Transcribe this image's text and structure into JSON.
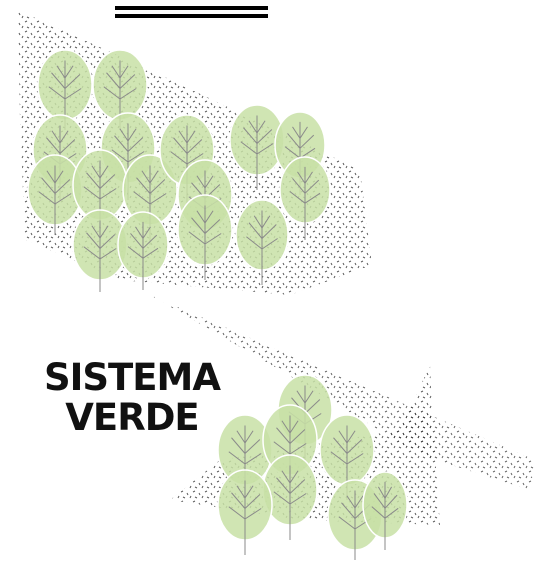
{
  "title": {
    "line1": "SISTEMA",
    "line2": "VERDE"
  },
  "colors": {
    "canopy": "#c8e0a6",
    "canopy_highlight": "#ffffff",
    "trunk": "#8a8a8a",
    "stipple": "#222222",
    "title": "#111111",
    "header_bars": "#000000"
  },
  "icons": [
    "tree-icon",
    "stipple-hatch",
    "header-bars"
  ]
}
